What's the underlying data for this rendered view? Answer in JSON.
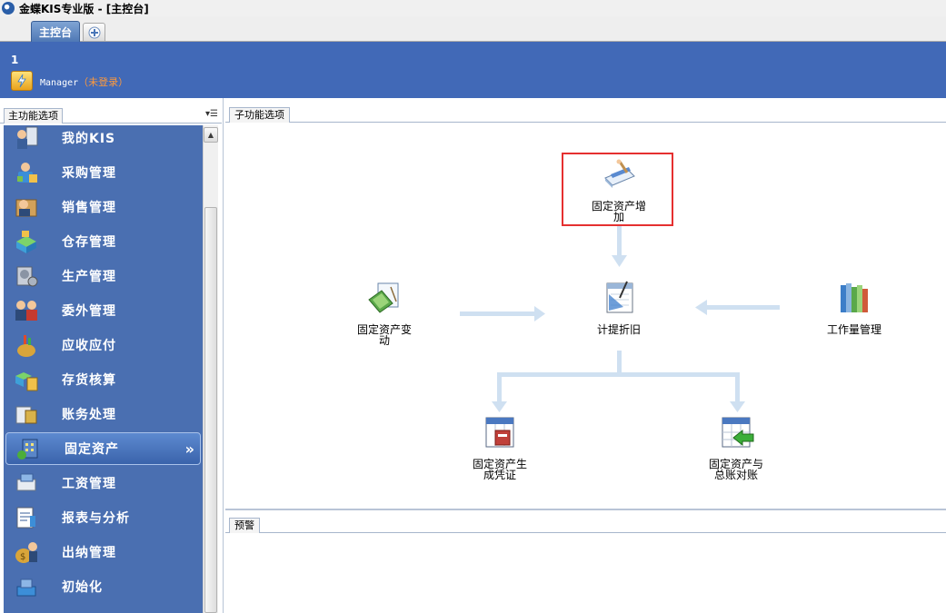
{
  "window": {
    "title": "金蝶KIS专业版 - [主控台]",
    "icon": "kingdee-logo-icon"
  },
  "tabs": {
    "main_label": "主控台",
    "add_icon": "plus-icon"
  },
  "user": {
    "number": "1",
    "name": "Manager",
    "status": "（未登录）",
    "status_color": "#ff9a3c"
  },
  "left_panel": {
    "title": "主功能选项",
    "menu_glyph": "▾☰",
    "items": [
      {
        "label": "我的KIS",
        "icon": "my-kis-icon"
      },
      {
        "label": "采购管理",
        "icon": "purchase-icon"
      },
      {
        "label": "销售管理",
        "icon": "sales-icon"
      },
      {
        "label": "仓存管理",
        "icon": "warehouse-icon"
      },
      {
        "label": "生产管理",
        "icon": "production-icon"
      },
      {
        "label": "委外管理",
        "icon": "outsourcing-icon"
      },
      {
        "label": "应收应付",
        "icon": "receivable-payable-icon"
      },
      {
        "label": "存货核算",
        "icon": "inventory-accounting-icon"
      },
      {
        "label": "账务处理",
        "icon": "accounting-icon"
      },
      {
        "label": "固定资产",
        "icon": "fixed-assets-icon",
        "active": true
      },
      {
        "label": "工资管理",
        "icon": "payroll-icon"
      },
      {
        "label": "报表与分析",
        "icon": "reports-icon"
      },
      {
        "label": "出纳管理",
        "icon": "cashier-icon"
      },
      {
        "label": "初始化",
        "icon": "initialize-icon"
      }
    ],
    "active_chevron": "»"
  },
  "sub_panel": {
    "title": "子功能选项",
    "nodes": {
      "add": {
        "line1": "固定资产增",
        "line2": "加"
      },
      "change": {
        "line1": "固定资产变",
        "line2": "动"
      },
      "depreciation": {
        "line1": "计提折旧",
        "line2": ""
      },
      "workload": {
        "line1": "工作量管理",
        "line2": ""
      },
      "voucher": {
        "line1": "固定资产生",
        "line2": "成凭证"
      },
      "reconcile": {
        "line1": "固定资产与",
        "line2": "总账对账"
      }
    },
    "highlight_color": "#e53030",
    "arrow_color": "#cfe0f1"
  },
  "warning_panel": {
    "title": "预警"
  },
  "colors": {
    "header_blue": "#4169b7",
    "nav_blue": "#4a6fb1"
  }
}
